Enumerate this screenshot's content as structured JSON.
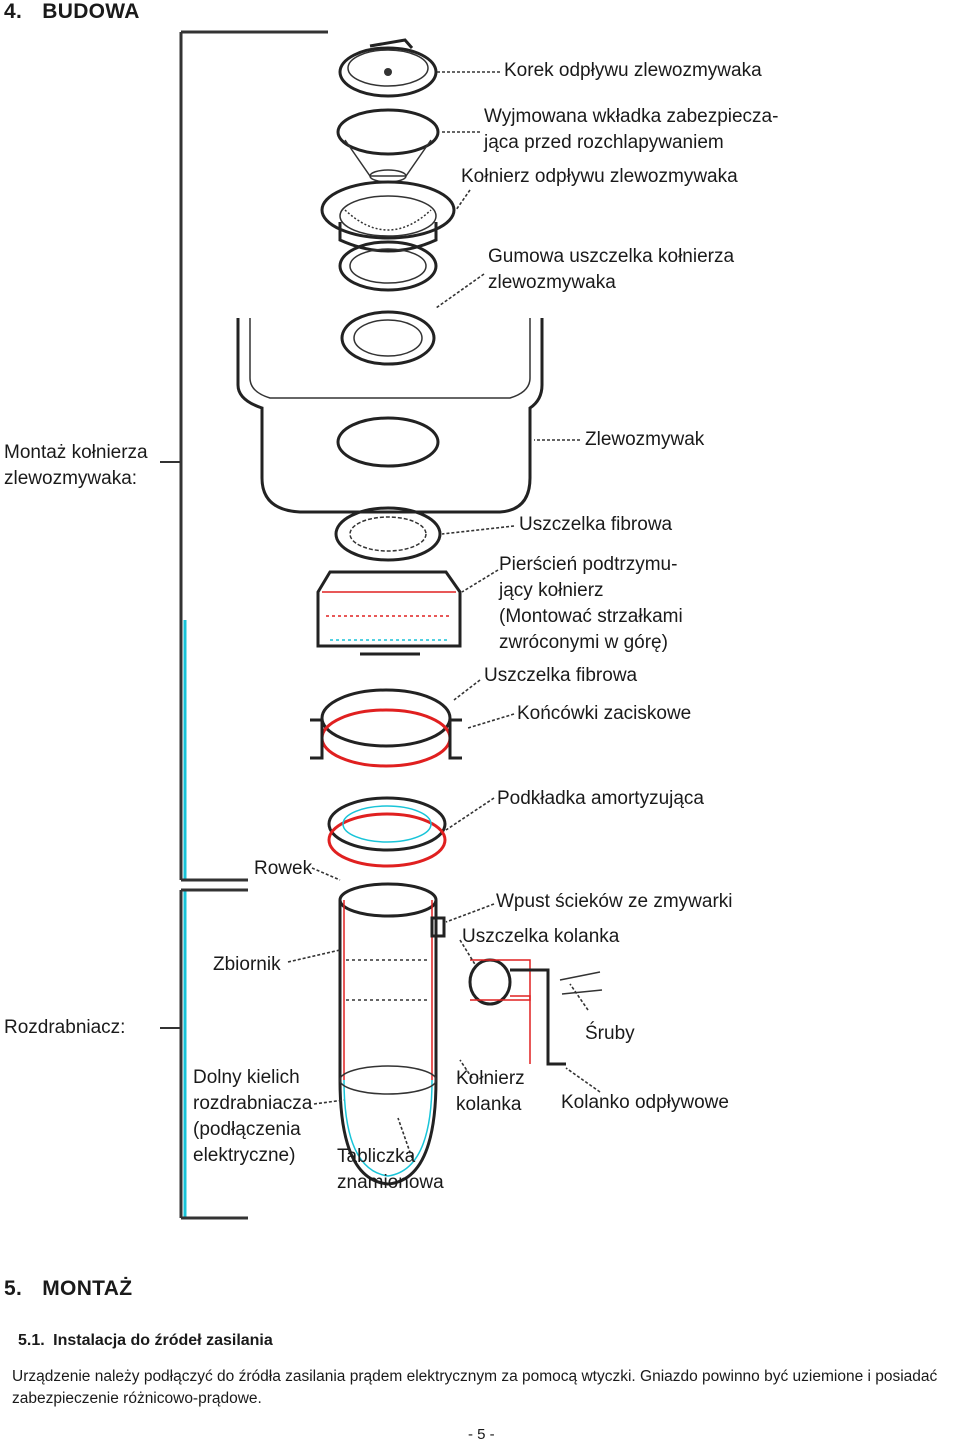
{
  "section4": {
    "number": "4.",
    "title": "BUDOWA"
  },
  "groups": {
    "flange_mount": [
      "Montaż kołnierza",
      "zlewozmywaka:"
    ],
    "grinder": "Rozdrabniacz:"
  },
  "labels": {
    "sink_stopper": "Korek odpływu zlewozmywaka",
    "splash_guard": [
      "Wyjmowana wkładka zabezpiecza-",
      "jąca przed rozchlapywaniem"
    ],
    "sink_flange": "Kołnierz odpływu zlewozmywaka",
    "rubber_gasket": [
      "Gumowa uszczelka kołnierza",
      "zlewozmywaka"
    ],
    "sink": "Zlewozmywak",
    "fiber_gasket_1": "Uszczelka fibrowa",
    "support_ring": [
      "Pierścień podtrzymu-",
      "jący kołnierz",
      "(Montować strzałkami",
      "zwróconymi w górę)"
    ],
    "fiber_gasket_2": "Uszczelka fibrowa",
    "clamp_ends": "Końcówki zaciskowe",
    "cushion_pad": "Podkładka amortyzująca",
    "groove": "Rowek",
    "dishwasher_inlet": "Wpust ścieków ze zmywarki",
    "elbow_gasket": "Uszczelka kolanka",
    "tank": "Zbiornik",
    "screws": "Śruby",
    "lower_bowl": [
      "Dolny kielich",
      "rozdrabniacza",
      "(podłączenia",
      "elektryczne)"
    ],
    "elbow_flange": [
      "Kołnierz",
      "kolanka"
    ],
    "discharge_elbow": "Kolanko odpływowe",
    "nameplate": [
      "Tabliczka",
      "znamionowa"
    ]
  },
  "section5": {
    "number": "5.",
    "title": "MONTAŻ"
  },
  "section51": {
    "number": "5.1.",
    "title": "Instalacja do źródeł zasilania"
  },
  "paragraph": "Urządzenie należy podłączyć do źródła zasilania prądem elektrycznym za pomocą wtyczki. Gniazdo powinno być uziemione i posiadać zabezpieczenie różnicowo-prądowe.",
  "page_number": "- 5 -"
}
